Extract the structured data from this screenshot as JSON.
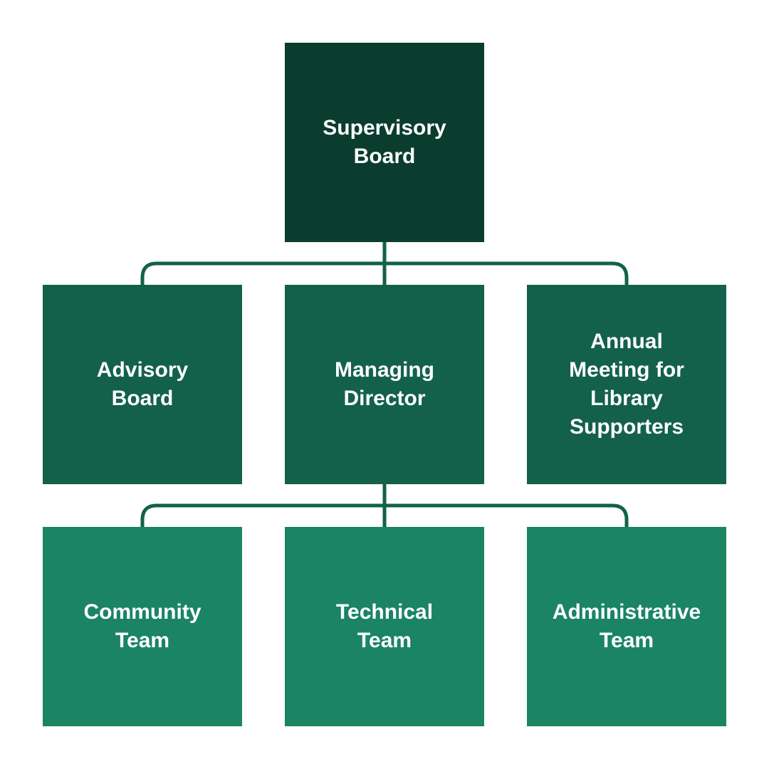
{
  "title": "Organization Chart",
  "colors": {
    "level0": "#0b3d2e",
    "level1": "#13614a",
    "level2": "#1a8464",
    "connector": "#13614a"
  },
  "nodes": {
    "supervisory_board": "Supervisory Board",
    "advisory_board": "Advisory Board",
    "managing_director": "Managing Director",
    "annual_meeting": "Annual Meeting for Library Supporters",
    "community_team": "Community Team",
    "technical_team": "Technical Team",
    "administrative_team": "Administrative Team"
  }
}
